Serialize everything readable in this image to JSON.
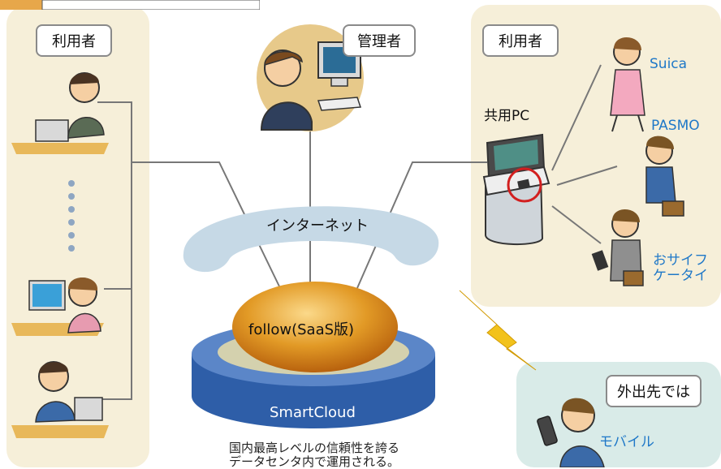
{
  "left_panel": {
    "title": "利用者"
  },
  "admin": {
    "title": "管理者"
  },
  "right_panel": {
    "title": "利用者",
    "kiosk_label": "共用PC",
    "cards": [
      "Suica",
      "PASMO",
      "おサイフ\nケータイ"
    ]
  },
  "internet": {
    "label": "インターネット"
  },
  "service": {
    "label": "follow(SaaS版)"
  },
  "platform": {
    "label": "SmartCloud"
  },
  "caption": {
    "line1": "国内最高レベルの信頼性を誇る",
    "line2": "データセンタ内で運用される。"
  },
  "mobile_panel": {
    "title": "外出先では",
    "label": "モバイル"
  },
  "colors": {
    "panel": "#f6efd9",
    "mobile_panel": "#d9ebe8",
    "cloud": "#c6d9e6",
    "platform": "#2e5ea8",
    "egg": "#e29a26",
    "accent_text": "#1f78c8",
    "bolt": "#f2c21b"
  }
}
